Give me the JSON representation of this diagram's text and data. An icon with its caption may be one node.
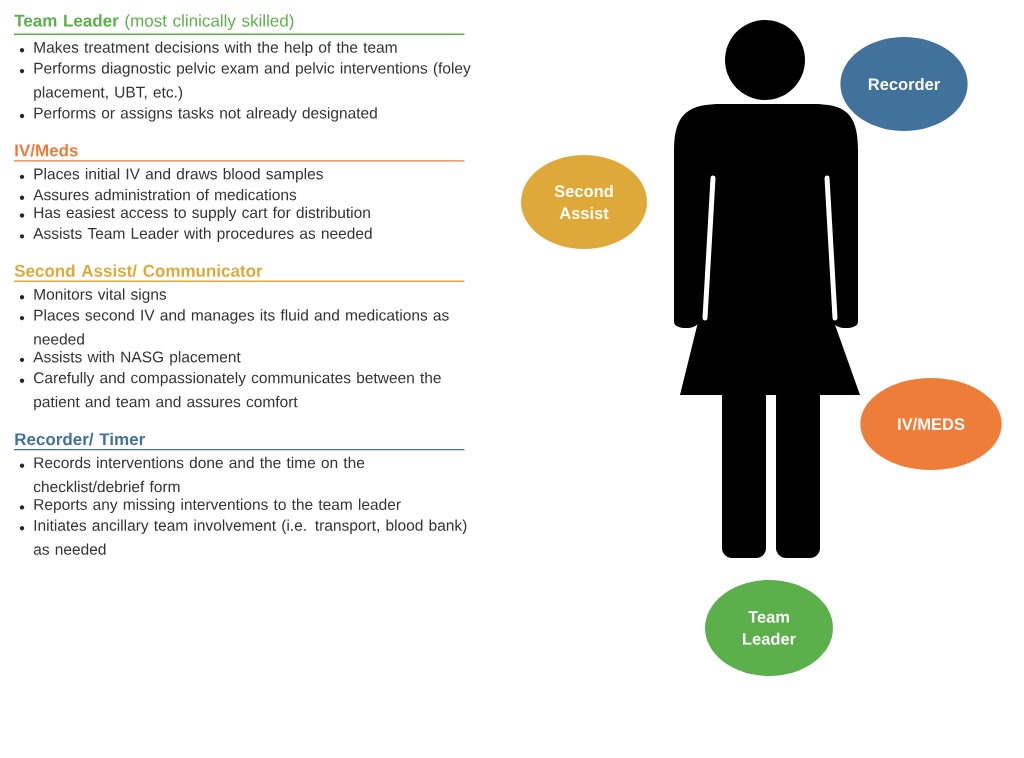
{
  "diagram": {
    "nodes": [
      {
        "text": [
          "Recorder"
        ]
      },
      {
        "text": [
          "Second Assist"
        ]
      },
      {
        "text": [
          "IV/MEDS"
        ]
      },
      {
        "text": [
          "Team Leader"
        ]
      }
    ],
    "labels": [
      "**Team Leader** (most clinically skilled)",
      "Makes treatment decisions with the help of the team",
      "Performs diagnostic pelvic exam and pelvic interventions (foley placement, UBT, etc.)",
      "Performs or assigns tasks not already designated",
      "IV/Meds",
      "Places initial IV and draws blood samples",
      "Assures administration of medications",
      "Has easiest access to supply cart for distribution",
      "Assists Team Leader with procedures as needed",
      "Second Assist/ Communicator",
      "Monitors vital signs",
      "Places second IV and manages its fluid and medications as needed",
      "Assists with NASG placement",
      "Carefully and compassionately communicates between the patient and team and assures comfort",
      "Recorder/ Timer",
      "Records interventions done and the time on the checklist/debrief form",
      "Reports any missing interventions to the team leader",
      "Initiates ancillary team involvement (i.e. transport, blood bank) as needed"
    ]
  }
}
